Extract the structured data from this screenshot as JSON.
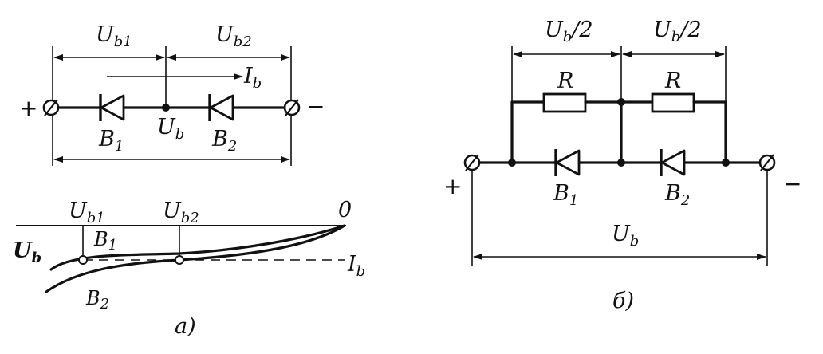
{
  "diagram_a": {
    "top_circuit": {
      "voltage_left": "U",
      "voltage_left_sub": "b1",
      "voltage_right": "U",
      "voltage_right_sub": "b2",
      "current": "I",
      "current_sub": "b",
      "terminal_plus": "+",
      "terminal_minus": "−",
      "diode_1": "B",
      "diode_1_sub": "1",
      "diode_2": "B",
      "diode_2_sub": "2",
      "mid_voltage": "U",
      "mid_voltage_sub": "b"
    },
    "characteristic": {
      "marker_1": "U",
      "marker_1_sub": "b1",
      "marker_2": "U",
      "marker_2_sub": "b2",
      "origin": "0",
      "axis_voltage": "U",
      "axis_voltage_sub": "b",
      "axis_current": "I",
      "axis_current_sub": "b",
      "curve_1": "B",
      "curve_1_sub": "1",
      "curve_2": "B",
      "curve_2_sub": "2"
    },
    "caption": "а)"
  },
  "diagram_b": {
    "half_left": "U",
    "half_left_sub": "b",
    "half_left_div": "/2",
    "half_right": "U",
    "half_right_sub": "b",
    "half_right_div": "/2",
    "resistor_1": "R",
    "resistor_2": "R",
    "terminal_plus": "+",
    "terminal_minus": "−",
    "diode_1": "B",
    "diode_1_sub": "1",
    "diode_2": "B",
    "diode_2_sub": "2",
    "total": "U",
    "total_sub": "b",
    "caption": "б)"
  }
}
